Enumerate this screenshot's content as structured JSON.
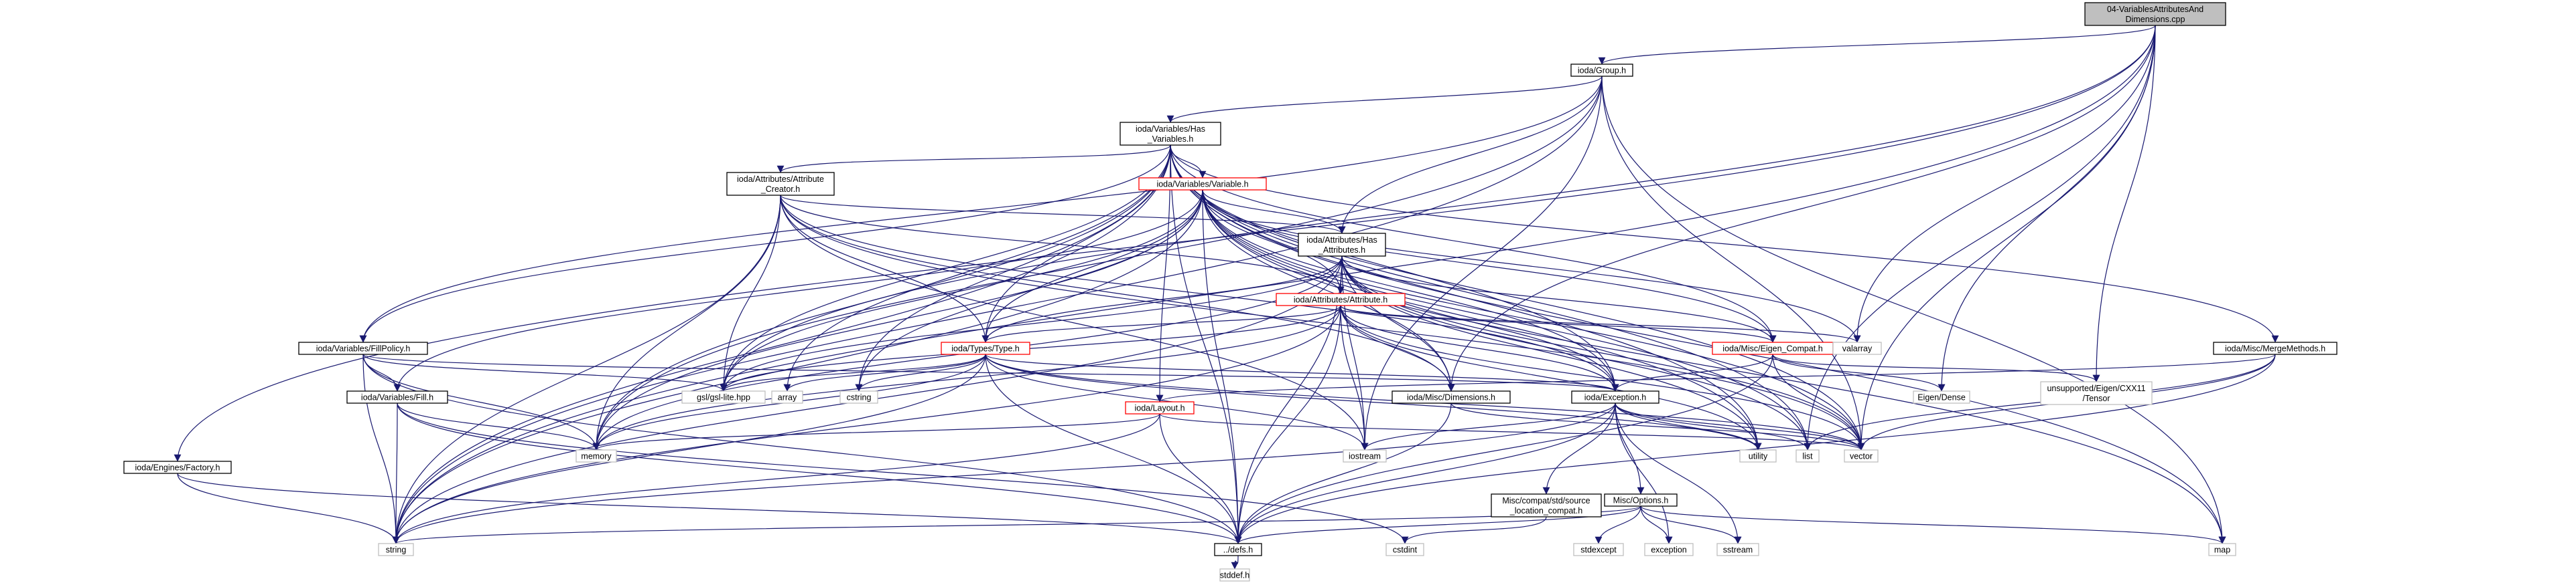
{
  "graph": {
    "title": "04-VariablesAttributesAndDimensions.cpp",
    "edge_color": "#191970",
    "nodes": [
      {
        "id": "root",
        "lines": [
          "04-VariablesAttributesAnd",
          "Dimensions.cpp"
        ],
        "style": "root"
      },
      {
        "id": "group",
        "lines": [
          "ioda/Group.h"
        ],
        "style": "normal"
      },
      {
        "id": "hasvars",
        "lines": [
          "ioda/Variables/Has",
          "_Variables.h"
        ],
        "style": "normal"
      },
      {
        "id": "attrcreator",
        "lines": [
          "ioda/Attributes/Attribute",
          "_Creator.h"
        ],
        "style": "normal"
      },
      {
        "id": "variable",
        "lines": [
          "ioda/Variables/Variable.h"
        ],
        "style": "red"
      },
      {
        "id": "hasattrs",
        "lines": [
          "ioda/Attributes/Has",
          "_Attributes.h"
        ],
        "style": "normal"
      },
      {
        "id": "attribute",
        "lines": [
          "ioda/Attributes/Attribute.h"
        ],
        "style": "red"
      },
      {
        "id": "fillpolicy",
        "lines": [
          "ioda/Variables/FillPolicy.h"
        ],
        "style": "normal"
      },
      {
        "id": "type",
        "lines": [
          "ioda/Types/Type.h"
        ],
        "style": "red"
      },
      {
        "id": "eigencompat",
        "lines": [
          "ioda/Misc/Eigen_Compat.h"
        ],
        "style": "red"
      },
      {
        "id": "valarray",
        "lines": [
          "valarray"
        ],
        "style": "grey"
      },
      {
        "id": "mergemethods",
        "lines": [
          "ioda/Misc/MergeMethods.h"
        ],
        "style": "normal"
      },
      {
        "id": "fill",
        "lines": [
          "ioda/Variables/Fill.h"
        ],
        "style": "normal"
      },
      {
        "id": "gsl",
        "lines": [
          "gsl/gsl-lite.hpp"
        ],
        "style": "grey"
      },
      {
        "id": "array",
        "lines": [
          "array"
        ],
        "style": "grey"
      },
      {
        "id": "cstring",
        "lines": [
          "cstring"
        ],
        "style": "grey"
      },
      {
        "id": "dimensions",
        "lines": [
          "ioda/Misc/Dimensions.h"
        ],
        "style": "normal"
      },
      {
        "id": "exception",
        "lines": [
          "ioda/Exception.h"
        ],
        "style": "normal"
      },
      {
        "id": "eigendense",
        "lines": [
          "Eigen/Dense"
        ],
        "style": "grey"
      },
      {
        "id": "tensor",
        "lines": [
          "unsupported/Eigen/CXX11",
          "/Tensor"
        ],
        "style": "grey"
      },
      {
        "id": "layout",
        "lines": [
          "ioda/Layout.h"
        ],
        "style": "red"
      },
      {
        "id": "factory",
        "lines": [
          "ioda/Engines/Factory.h"
        ],
        "style": "normal"
      },
      {
        "id": "memory",
        "lines": [
          "memory"
        ],
        "style": "grey"
      },
      {
        "id": "iostream",
        "lines": [
          "iostream"
        ],
        "style": "grey"
      },
      {
        "id": "utility",
        "lines": [
          "utility"
        ],
        "style": "grey"
      },
      {
        "id": "list",
        "lines": [
          "list"
        ],
        "style": "grey"
      },
      {
        "id": "vector",
        "lines": [
          "vector"
        ],
        "style": "grey"
      },
      {
        "id": "srcloc",
        "lines": [
          "Misc/compat/std/source",
          "_location_compat.h"
        ],
        "style": "normal"
      },
      {
        "id": "options",
        "lines": [
          "Misc/Options.h"
        ],
        "style": "normal"
      },
      {
        "id": "string",
        "lines": [
          "string"
        ],
        "style": "grey"
      },
      {
        "id": "defs",
        "lines": [
          "../defs.h"
        ],
        "style": "normal"
      },
      {
        "id": "cstdint",
        "lines": [
          "cstdint"
        ],
        "style": "grey"
      },
      {
        "id": "stdexcept",
        "lines": [
          "stdexcept"
        ],
        "style": "grey"
      },
      {
        "id": "exceptionstd",
        "lines": [
          "exception"
        ],
        "style": "grey"
      },
      {
        "id": "sstream",
        "lines": [
          "sstream"
        ],
        "style": "grey"
      },
      {
        "id": "map",
        "lines": [
          "map"
        ],
        "style": "grey"
      },
      {
        "id": "stddef",
        "lines": [
          "stddef.h"
        ],
        "style": "grey"
      }
    ],
    "edges": [
      [
        "root",
        "group"
      ],
      [
        "root",
        "string"
      ],
      [
        "root",
        "factory"
      ],
      [
        "root",
        "gsl"
      ],
      [
        "root",
        "valarray"
      ],
      [
        "root",
        "tensor"
      ],
      [
        "root",
        "eigendense"
      ],
      [
        "root",
        "dimensions"
      ],
      [
        "root",
        "vector"
      ],
      [
        "root",
        "list"
      ],
      [
        "group",
        "hasvars"
      ],
      [
        "group",
        "hasattrs"
      ],
      [
        "group",
        "fillpolicy"
      ],
      [
        "group",
        "string"
      ],
      [
        "group",
        "map"
      ],
      [
        "group",
        "vector"
      ],
      [
        "group",
        "memory"
      ],
      [
        "group",
        "iostream"
      ],
      [
        "hasvars",
        "attrcreator"
      ],
      [
        "hasvars",
        "variable"
      ],
      [
        "hasvars",
        "fillpolicy"
      ],
      [
        "hasvars",
        "type"
      ],
      [
        "hasvars",
        "layout"
      ],
      [
        "hasvars",
        "mergemethods"
      ],
      [
        "hasvars",
        "eigencompat"
      ],
      [
        "hasvars",
        "exception"
      ],
      [
        "hasvars",
        "gsl"
      ],
      [
        "hasvars",
        "string"
      ],
      [
        "hasvars",
        "memory"
      ],
      [
        "hasvars",
        "map"
      ],
      [
        "hasvars",
        "vector"
      ],
      [
        "hasvars",
        "list"
      ],
      [
        "hasvars",
        "defs"
      ],
      [
        "hasvars",
        "cstring"
      ],
      [
        "hasvars",
        "array"
      ],
      [
        "hasvars",
        "utility"
      ],
      [
        "attrcreator",
        "hasattrs"
      ],
      [
        "attrcreator",
        "attribute"
      ],
      [
        "attrcreator",
        "type"
      ],
      [
        "attrcreator",
        "dimensions"
      ],
      [
        "attrcreator",
        "gsl"
      ],
      [
        "attrcreator",
        "memory"
      ],
      [
        "attrcreator",
        "string"
      ],
      [
        "attrcreator",
        "vector"
      ],
      [
        "attrcreator",
        "exception"
      ],
      [
        "attrcreator",
        "iostream"
      ],
      [
        "variable",
        "hasattrs"
      ],
      [
        "variable",
        "attribute"
      ],
      [
        "variable",
        "type"
      ],
      [
        "variable",
        "eigencompat"
      ],
      [
        "variable",
        "exception"
      ],
      [
        "variable",
        "fill"
      ],
      [
        "variable",
        "gsl"
      ],
      [
        "variable",
        "memory"
      ],
      [
        "variable",
        "string"
      ],
      [
        "variable",
        "vector"
      ],
      [
        "variable",
        "defs"
      ],
      [
        "variable",
        "map"
      ],
      [
        "variable",
        "list"
      ],
      [
        "variable",
        "cstring"
      ],
      [
        "variable",
        "utility"
      ],
      [
        "variable",
        "valarray"
      ],
      [
        "variable",
        "dimensions"
      ],
      [
        "hasattrs",
        "attribute"
      ],
      [
        "hasattrs",
        "type"
      ],
      [
        "hasattrs",
        "eigencompat"
      ],
      [
        "hasattrs",
        "exception"
      ],
      [
        "hasattrs",
        "dimensions"
      ],
      [
        "hasattrs",
        "gsl"
      ],
      [
        "hasattrs",
        "memory"
      ],
      [
        "hasattrs",
        "string"
      ],
      [
        "hasattrs",
        "vector"
      ],
      [
        "hasattrs",
        "list"
      ],
      [
        "hasattrs",
        "utility"
      ],
      [
        "hasattrs",
        "iostream"
      ],
      [
        "hasattrs",
        "defs"
      ],
      [
        "attribute",
        "type"
      ],
      [
        "attribute",
        "eigencompat"
      ],
      [
        "attribute",
        "exception"
      ],
      [
        "attribute",
        "dimensions"
      ],
      [
        "attribute",
        "gsl"
      ],
      [
        "attribute",
        "valarray"
      ],
      [
        "attribute",
        "memory"
      ],
      [
        "attribute",
        "string"
      ],
      [
        "attribute",
        "vector"
      ],
      [
        "attribute",
        "defs"
      ],
      [
        "attribute",
        "iostream"
      ],
      [
        "attribute",
        "utility"
      ],
      [
        "fillpolicy",
        "fill"
      ],
      [
        "fillpolicy",
        "exception"
      ],
      [
        "fillpolicy",
        "gsl"
      ],
      [
        "fillpolicy",
        "string"
      ],
      [
        "fillpolicy",
        "memory"
      ],
      [
        "fillpolicy",
        "defs"
      ],
      [
        "type",
        "exception"
      ],
      [
        "type",
        "gsl"
      ],
      [
        "type",
        "array"
      ],
      [
        "type",
        "cstring"
      ],
      [
        "type",
        "memory"
      ],
      [
        "type",
        "string"
      ],
      [
        "type",
        "vector"
      ],
      [
        "type",
        "defs"
      ],
      [
        "type",
        "utility"
      ],
      [
        "type",
        "iostream"
      ],
      [
        "eigencompat",
        "eigendense"
      ],
      [
        "eigencompat",
        "tensor"
      ],
      [
        "eigencompat",
        "vector"
      ],
      [
        "eigencompat",
        "defs"
      ],
      [
        "eigencompat",
        "exception"
      ],
      [
        "mergemethods",
        "layout"
      ],
      [
        "mergemethods",
        "vector"
      ],
      [
        "mergemethods",
        "defs"
      ],
      [
        "mergemethods",
        "list"
      ],
      [
        "fill",
        "memory"
      ],
      [
        "fill",
        "string"
      ],
      [
        "fill",
        "defs"
      ],
      [
        "fill",
        "cstdint"
      ],
      [
        "dimensions",
        "vector"
      ],
      [
        "dimensions",
        "defs"
      ],
      [
        "exception",
        "options"
      ],
      [
        "exception",
        "srcloc"
      ],
      [
        "exception",
        "iostream"
      ],
      [
        "exception",
        "utility"
      ],
      [
        "exception",
        "list"
      ],
      [
        "exception",
        "vector"
      ],
      [
        "exception",
        "string"
      ],
      [
        "exception",
        "exceptionstd"
      ],
      [
        "exception",
        "sstream"
      ],
      [
        "exception",
        "defs"
      ],
      [
        "layout",
        "memory"
      ],
      [
        "layout",
        "string"
      ],
      [
        "layout",
        "defs"
      ],
      [
        "layout",
        "vector"
      ],
      [
        "factory",
        "string"
      ],
      [
        "factory",
        "defs"
      ],
      [
        "srcloc",
        "cstdint"
      ],
      [
        "options",
        "string"
      ],
      [
        "options",
        "defs"
      ],
      [
        "options",
        "stdexcept"
      ],
      [
        "options",
        "exceptionstd"
      ],
      [
        "options",
        "sstream"
      ],
      [
        "options",
        "map"
      ],
      [
        "defs",
        "stddef"
      ]
    ]
  }
}
